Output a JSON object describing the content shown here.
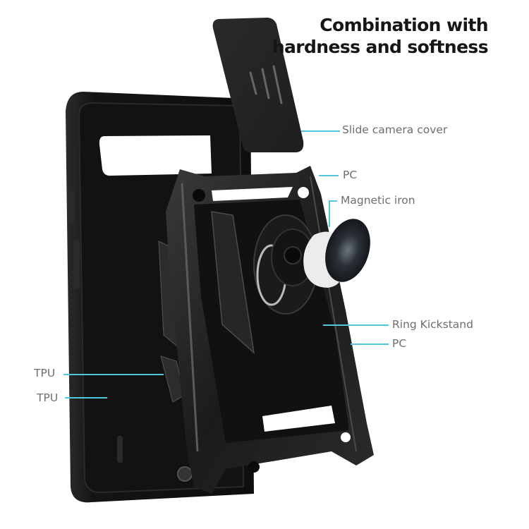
{
  "headline": {
    "line1": "Combination with",
    "line2": "hardness and softness"
  },
  "callouts": [
    {
      "id": "slide-camera-cover",
      "label": "Slide camera cover"
    },
    {
      "id": "pc-top",
      "label": "PC"
    },
    {
      "id": "magnetic-iron",
      "label": "Magnetic iron"
    },
    {
      "id": "ring-kickstand",
      "label": "Ring Kickstand"
    },
    {
      "id": "pc-bottom",
      "label": "PC"
    },
    {
      "id": "tpu-1",
      "label": "TPU"
    },
    {
      "id": "tpu-2",
      "label": "TPU"
    }
  ],
  "colors": {
    "leader_line": "#52c7d9",
    "label_text": "#6e6e6e",
    "headline_text": "#161616",
    "case_black": "#1a1a1a",
    "magnet_plate": "#ececec",
    "iron_disc": "#2a2f36"
  },
  "product": {
    "parts": [
      "tpu-back-case",
      "slide-camera-cover",
      "pc-armor-frame",
      "ring-kickstand",
      "magnetic-plate",
      "iron-disc"
    ]
  }
}
